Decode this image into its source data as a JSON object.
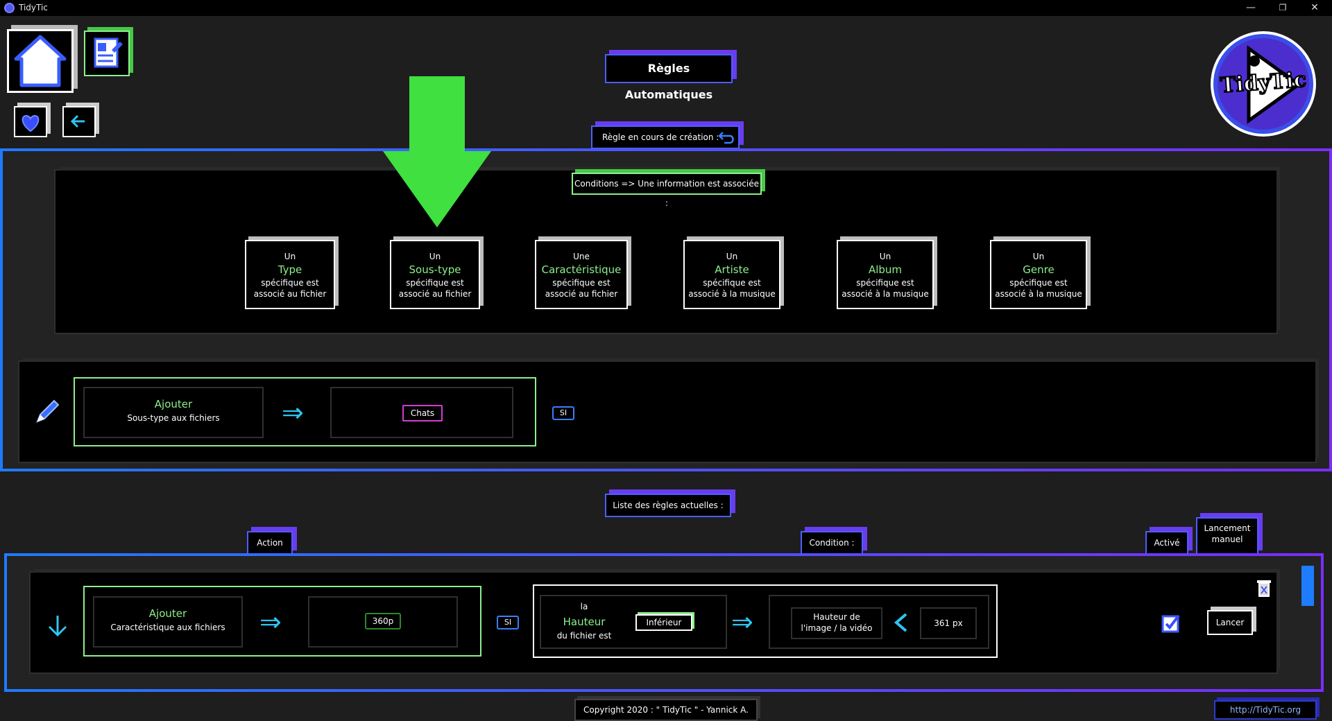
{
  "window": {
    "title": "TidyTic",
    "minimize": "—",
    "restore": "❐",
    "close": "✕"
  },
  "header": {
    "title": "Règles Automatiques",
    "logo_text": "TidyTic"
  },
  "creation": {
    "label": "Règle en cours de création :"
  },
  "conditions": {
    "label": "Conditions => Une information est associée :",
    "cards": [
      {
        "pre": "Un",
        "name": "Type",
        "post1": "spécifique est",
        "post2": "associé au fichier"
      },
      {
        "pre": "Un",
        "name": "Sous-type",
        "post1": "spécifique est",
        "post2": "associé au fichier"
      },
      {
        "pre": "Une",
        "name": "Caractéristique",
        "post1": "spécifique est",
        "post2": "associé au fichier"
      },
      {
        "pre": "Un",
        "name": "Artiste",
        "post1": "spécifique est",
        "post2": "associé à la musique"
      },
      {
        "pre": "Un",
        "name": "Album",
        "post1": "spécifique est",
        "post2": "associé à la musique"
      },
      {
        "pre": "Un",
        "name": "Genre",
        "post1": "spécifique est",
        "post2": "associé à la musique"
      }
    ]
  },
  "current_action": {
    "verb": "Ajouter",
    "object": "Sous-type aux fichiers",
    "value": "Chats",
    "si": "SI"
  },
  "list": {
    "label": "Liste des règles actuelles :",
    "col_action": "Action",
    "col_condition": "Condition :",
    "col_active": "Activé",
    "col_manual_1": "Lancement",
    "col_manual_2": "manuel",
    "rules": [
      {
        "verb": "Ajouter",
        "object": "Caractéristique aux fichiers",
        "value": "360p",
        "si": "SI",
        "cond_pre": "la",
        "cond_name": "Hauteur",
        "cond_post": "du fichier est",
        "comparator": "Inférieur",
        "measure_1": "Hauteur de",
        "measure_2": "l'image / la vidéo",
        "threshold": "361 px",
        "run_label": "Lancer"
      }
    ]
  },
  "footer": {
    "copyright": "Copyright 2020 : \" TidyTic \" - Yannick A.",
    "link": "http://TidyTic.org"
  },
  "colors": {
    "accent_green": "#8cf08c",
    "accent_blue": "#3b7dff",
    "accent_purple": "#7a2dff",
    "arrow_green": "#3fe03f"
  }
}
